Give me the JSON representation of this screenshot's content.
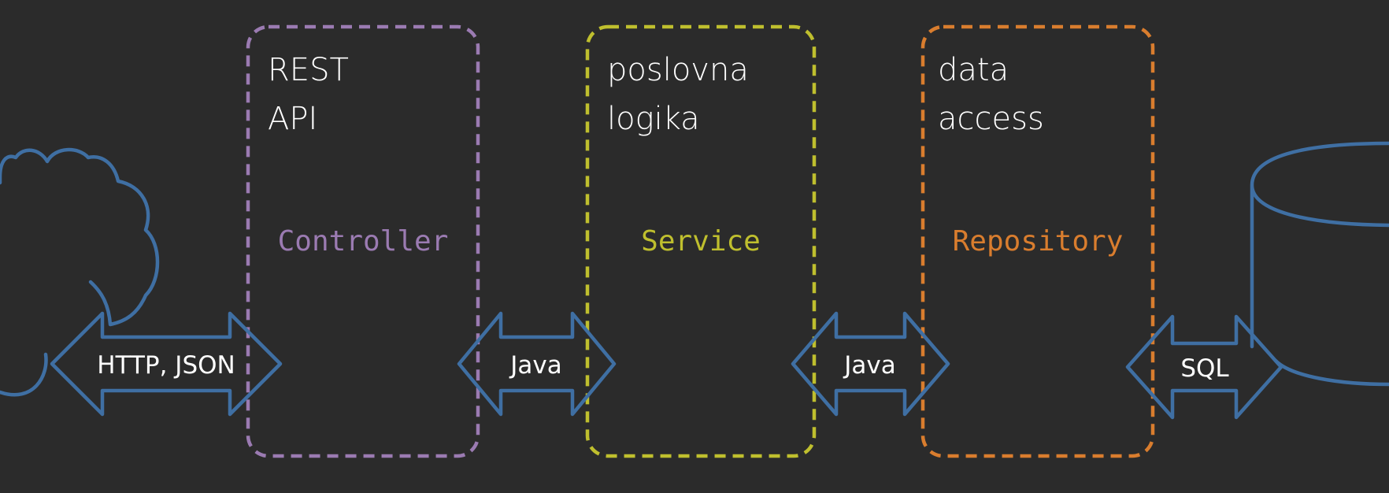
{
  "layers": [
    {
      "id": "controller",
      "title_lines": [
        "REST",
        "API"
      ],
      "class_name": "Controller",
      "color": "#9b7bb2"
    },
    {
      "id": "service",
      "title_lines": [
        "poslovna",
        "logika"
      ],
      "class_name": "Service",
      "color": "#bfbf2e"
    },
    {
      "id": "repository",
      "title_lines": [
        "data",
        "access"
      ],
      "class_name": "Repository",
      "color": "#d97d2e"
    }
  ],
  "arrows": [
    {
      "id": "client-controller",
      "label": "HTTP, JSON"
    },
    {
      "id": "controller-service",
      "label": "Java"
    },
    {
      "id": "service-repository",
      "label": "Java"
    },
    {
      "id": "repository-database",
      "label": "SQL"
    }
  ],
  "client": {
    "icon": "cloud-icon"
  },
  "database": {
    "icon": "database-icon"
  },
  "colors": {
    "background": "#2b2b2b",
    "connector": "#3f6fa3",
    "text": "#ffffff"
  }
}
